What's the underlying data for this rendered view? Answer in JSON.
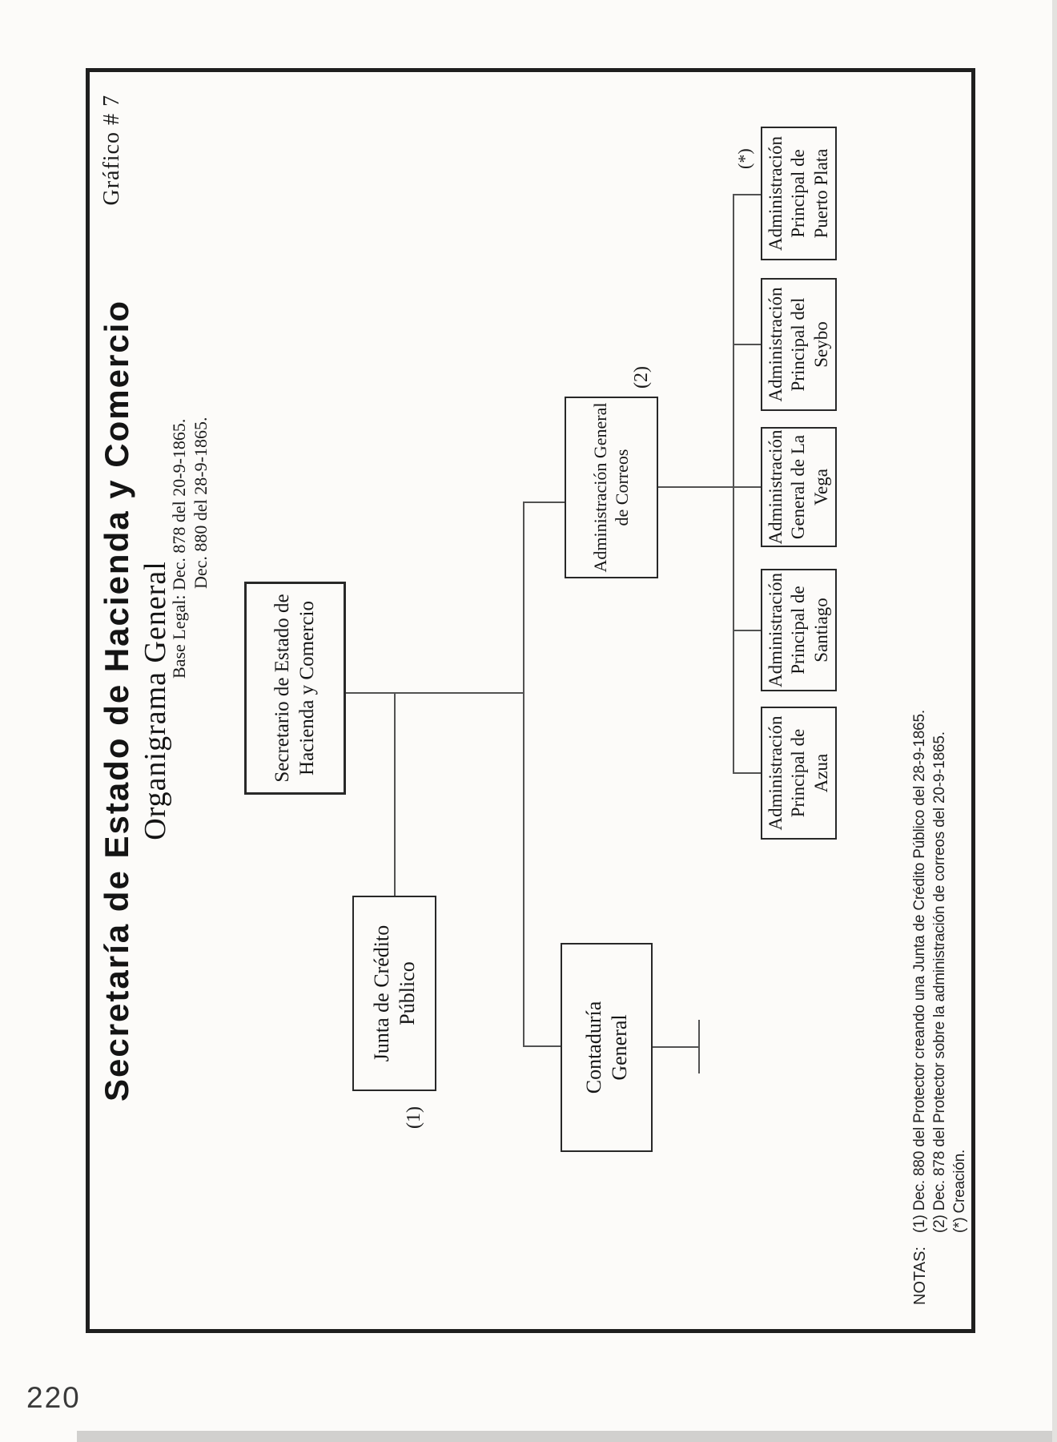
{
  "page": {
    "number": "220",
    "corner_label": "Gráfico # 7"
  },
  "title": {
    "line1": "Secretaría de Estado de Hacienda y Comercio",
    "line2": "Organigrama General",
    "base_legal_line1": "Base Legal: Dec. 878 del 20-9-1865.",
    "base_legal_line2": "Dec. 880 del 28-9-1865."
  },
  "chart": {
    "type": "org-chart",
    "orientation": "rotated-90-ccw-text",
    "nodes": {
      "secretario": {
        "lines": [
          "Secretario de Estado de",
          "Hacienda y Comercio"
        ]
      },
      "junta": {
        "lines": [
          "Junta de Crédito",
          "Público"
        ],
        "annotation": "(1)"
      },
      "contaduria": {
        "lines": [
          "Contaduría",
          "General"
        ]
      },
      "correos": {
        "lines": [
          "Administración General",
          "de Correos"
        ],
        "annotation": "(2)"
      },
      "azua": {
        "lines": [
          "Administración",
          "Principal de",
          "Azua"
        ]
      },
      "santiago": {
        "lines": [
          "Administración",
          "Principal de",
          "Santiago"
        ]
      },
      "la_vega": {
        "lines": [
          "Administración",
          "General de La",
          "Vega"
        ]
      },
      "seybo": {
        "lines": [
          "Administración",
          "Principal del",
          "Seybo"
        ]
      },
      "puerto_plata": {
        "lines": [
          "Administración",
          "Principal de",
          "Puerto Plata"
        ],
        "annotation": "(*)"
      }
    },
    "hierarchy": [
      [
        "secretario",
        "junta"
      ],
      [
        "secretario",
        "contaduria"
      ],
      [
        "secretario",
        "correos"
      ],
      [
        "correos",
        "azua"
      ],
      [
        "correos",
        "santiago"
      ],
      [
        "correos",
        "la_vega"
      ],
      [
        "correos",
        "seybo"
      ],
      [
        "correos",
        "puerto_plata"
      ]
    ]
  },
  "notes": {
    "label": "NOTAS:",
    "items": [
      "(1) Dec. 880 del Protector creando una Junta de Crédito Público del 28-9-1865.",
      "(2) Dec. 878 del Protector sobre la administración de correos del 20-9-1865.",
      "(*) Creación."
    ]
  },
  "colors": {
    "paper": "#fcfbf9",
    "frame": "#1f1f1f",
    "box_border": "#282828",
    "connector": "#525252",
    "text": "#161616"
  }
}
